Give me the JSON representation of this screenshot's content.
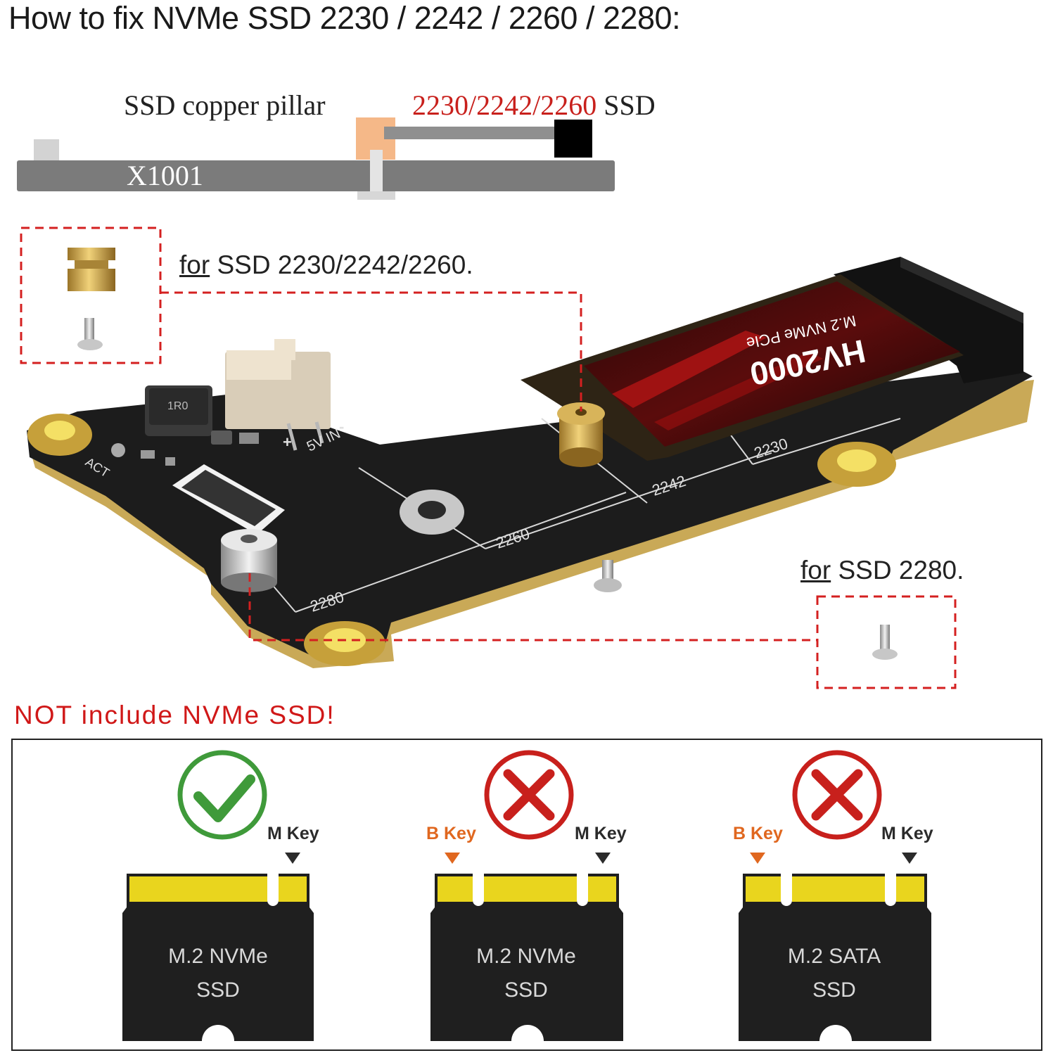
{
  "title": "How to fix NVMe SSD 2230 / 2242 / 2260 / 2280:",
  "side_view": {
    "pillar_label": "SSD copper pillar",
    "ssd_label_sizes": "2230/2242/2260",
    "ssd_label_suffix": " SSD",
    "board_label": "X1001"
  },
  "notes": {
    "small_for": "for",
    "small_text": " SSD 2230/2242/2260.",
    "large_for": "for",
    "large_text": " SSD 2280."
  },
  "board": {
    "ssd_brand": "HV2000",
    "ssd_model": "M.2 NVMe PCIe",
    "size_marks": [
      "2230",
      "2242",
      "2260",
      "2280"
    ],
    "silkscreen": [
      "5V IN",
      "+",
      "-",
      "ACT",
      "1R0"
    ]
  },
  "warning": "NOT include NVMe SSD!",
  "compatibility": [
    {
      "status": "ok",
      "keys": [
        "M Key"
      ],
      "line1": "M.2 NVMe",
      "line2": "SSD"
    },
    {
      "status": "no",
      "keys": [
        "B Key",
        "M Key"
      ],
      "line1": "M.2 NVMe",
      "line2": "SSD"
    },
    {
      "status": "no",
      "keys": [
        "B Key",
        "M Key"
      ],
      "line1": "M.2 SATA",
      "line2": "SSD"
    }
  ],
  "colors": {
    "ok": "#3f9a3a",
    "no": "#c8201c",
    "b_key": "#e0671f",
    "gold": "#e7cf3c",
    "board": "#1c1c1c"
  }
}
